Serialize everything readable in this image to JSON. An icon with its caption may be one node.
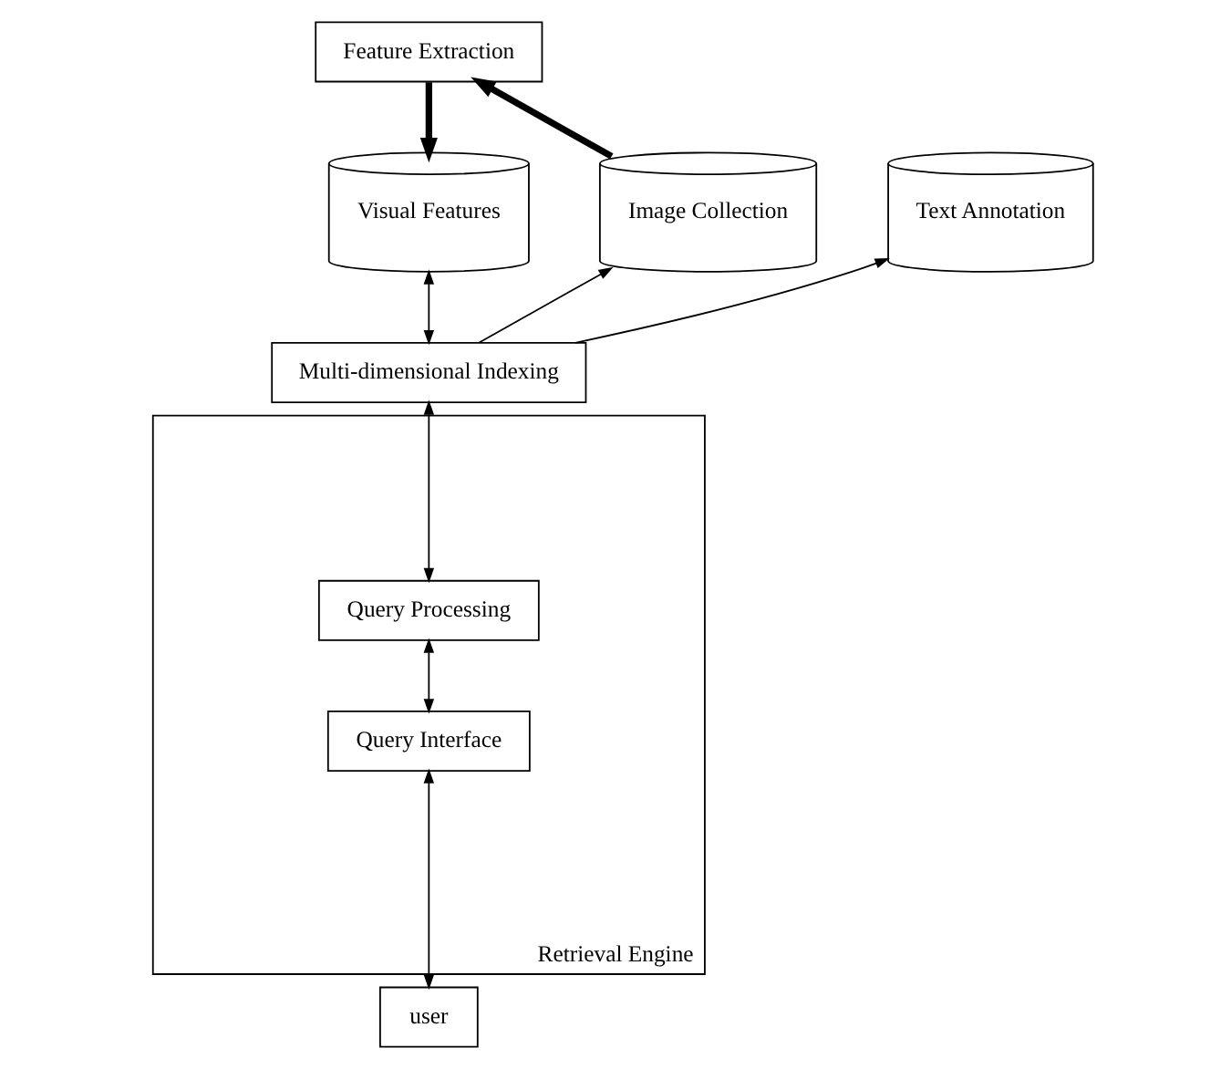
{
  "diagram": {
    "nodes": [
      {
        "text": [
          "Feature Extraction"
        ]
      },
      {
        "text": [
          "Image Collection"
        ]
      },
      {
        "text": [
          "Visual Features"
        ]
      },
      {
        "text": [
          "Text Annotation"
        ]
      },
      {
        "text": [
          "Multi-dimensional Indexing"
        ]
      },
      {
        "text": [
          "Retrieval Engine"
        ]
      },
      {
        "text": [
          "Query Processing"
        ],
        "in": 5
      },
      {
        "text": [
          "Query Interface"
        ],
        "in": 5
      },
      {
        "text": [
          "user"
        ]
      }
    ],
    "edges": [
      {
        "from": 1,
        "to": 0,
        "arrow": "to",
        "style": "thick"
      },
      {
        "from": 0,
        "to": 2,
        "arrow": "to",
        "style": "thick"
      },
      {
        "from": 2,
        "to": 4,
        "arrow": "both"
      },
      {
        "from": 4,
        "to": 1,
        "arrow": "to"
      },
      {
        "from": 4,
        "to": 3,
        "arrow": "to"
      },
      {
        "from": 4,
        "to": 6,
        "arrow": "both"
      },
      {
        "from": 6,
        "to": 7,
        "arrow": "both"
      },
      {
        "from": 7,
        "to": 8,
        "arrow": "both"
      }
    ]
  }
}
